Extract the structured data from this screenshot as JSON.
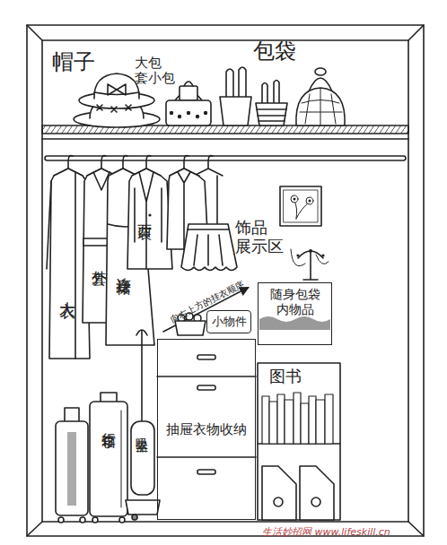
{
  "diagram": {
    "nodes": [
      {
        "text": [
          "随身包袋 内物品"
        ]
      },
      {
        "text": [
          "小物件"
        ]
      },
      {
        "text": [
          "抽屉衣物收纳"
        ]
      }
    ],
    "labels": [
      "帽子",
      "大包 套小包",
      "包袋",
      "大衣",
      "外套",
      "连身裙",
      "西装",
      "饰品 展示区",
      "向右上方的挂衣顺序",
      "图书",
      "行李箱",
      "吸尘器",
      "生活妙招网 www.lifeskill.cn"
    ]
  }
}
